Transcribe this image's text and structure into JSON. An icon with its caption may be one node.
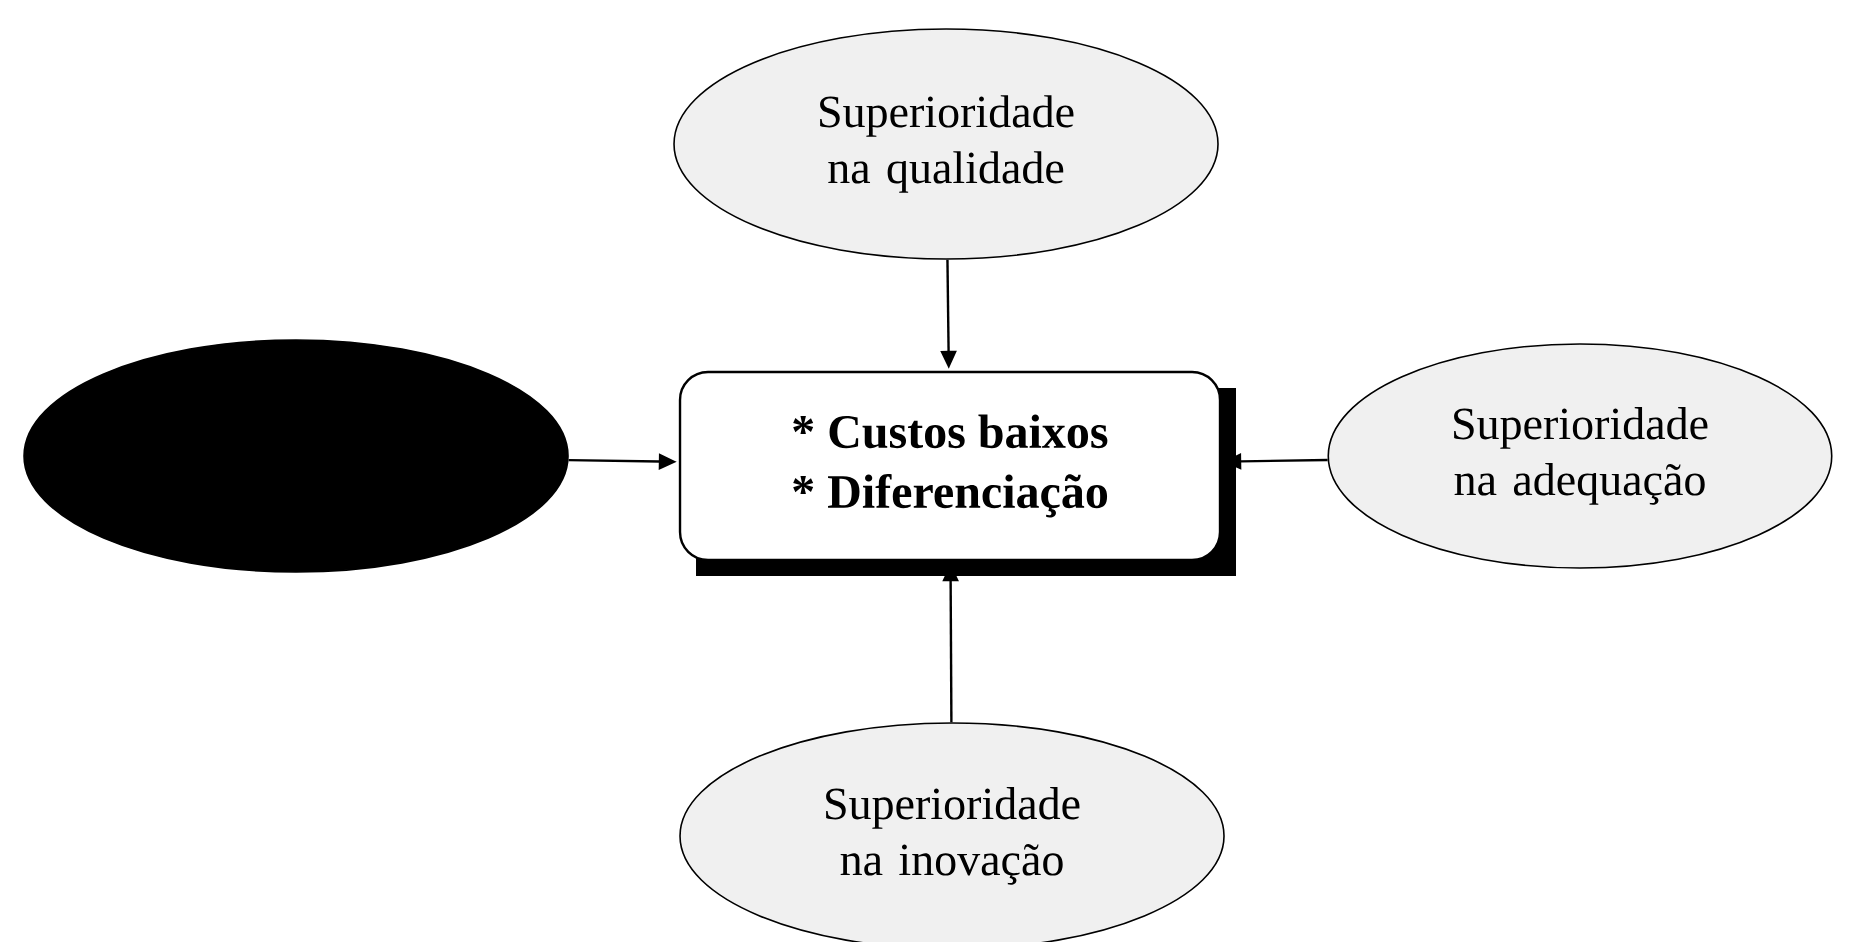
{
  "diagram": {
    "nodes": [
      {
        "text": [
          "Superioridade na qualidade"
        ]
      },
      {
        "text": [],
        "shape": "ellipse"
      },
      {
        "text": [
          "* Custos baixos",
          "* Diferenciação"
        ]
      },
      {
        "text": [
          "Superioridade na adequação"
        ]
      },
      {
        "text": [
          "Superioridade na inovação"
        ]
      }
    ],
    "edges": [
      {
        "from": 0,
        "to": 2,
        "arrow": "to"
      },
      {
        "from": 1,
        "to": 2,
        "arrow": "to"
      },
      {
        "from": 3,
        "to": 2,
        "arrow": "to"
      },
      {
        "from": 4,
        "to": 2,
        "arrow": "to"
      }
    ]
  }
}
